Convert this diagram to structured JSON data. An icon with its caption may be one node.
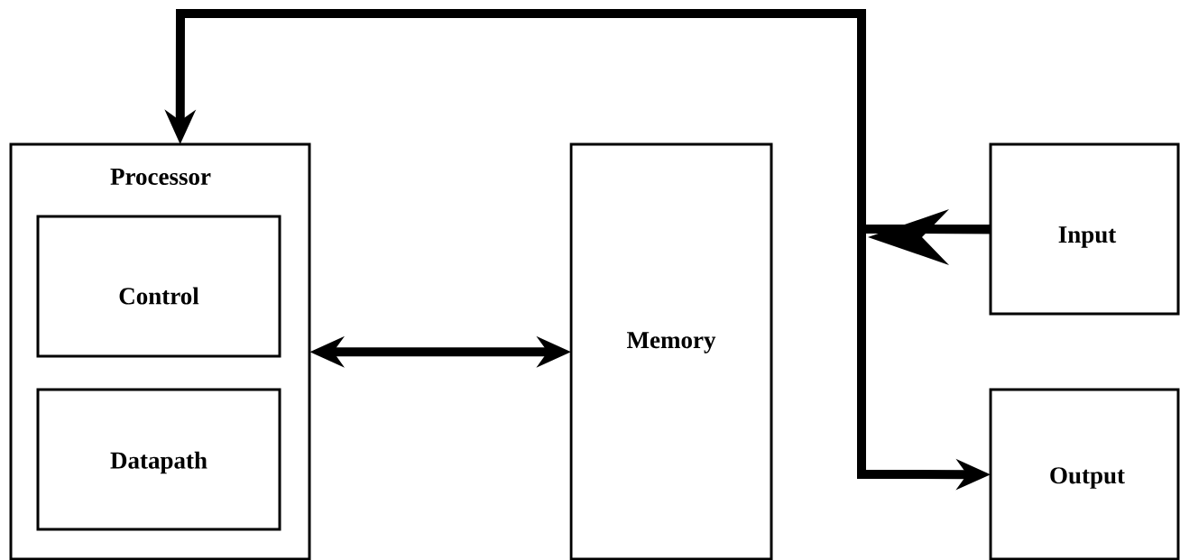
{
  "diagram": {
    "nodes": [
      {
        "text": [
          "Processor"
        ]
      },
      {
        "text": [
          "Control"
        ],
        "in": 0
      },
      {
        "text": [
          "Datapath"
        ],
        "in": 0
      },
      {
        "text": [
          "Memory"
        ]
      },
      {
        "text": [
          "Input"
        ]
      },
      {
        "text": [
          "Output"
        ]
      }
    ],
    "edges": [
      {
        "from": 4,
        "to": 0,
        "arrow": "to"
      },
      {
        "from": 4,
        "to": 5,
        "arrow": "to"
      },
      {
        "from": 0,
        "to": 3,
        "arrow": "both"
      }
    ]
  }
}
